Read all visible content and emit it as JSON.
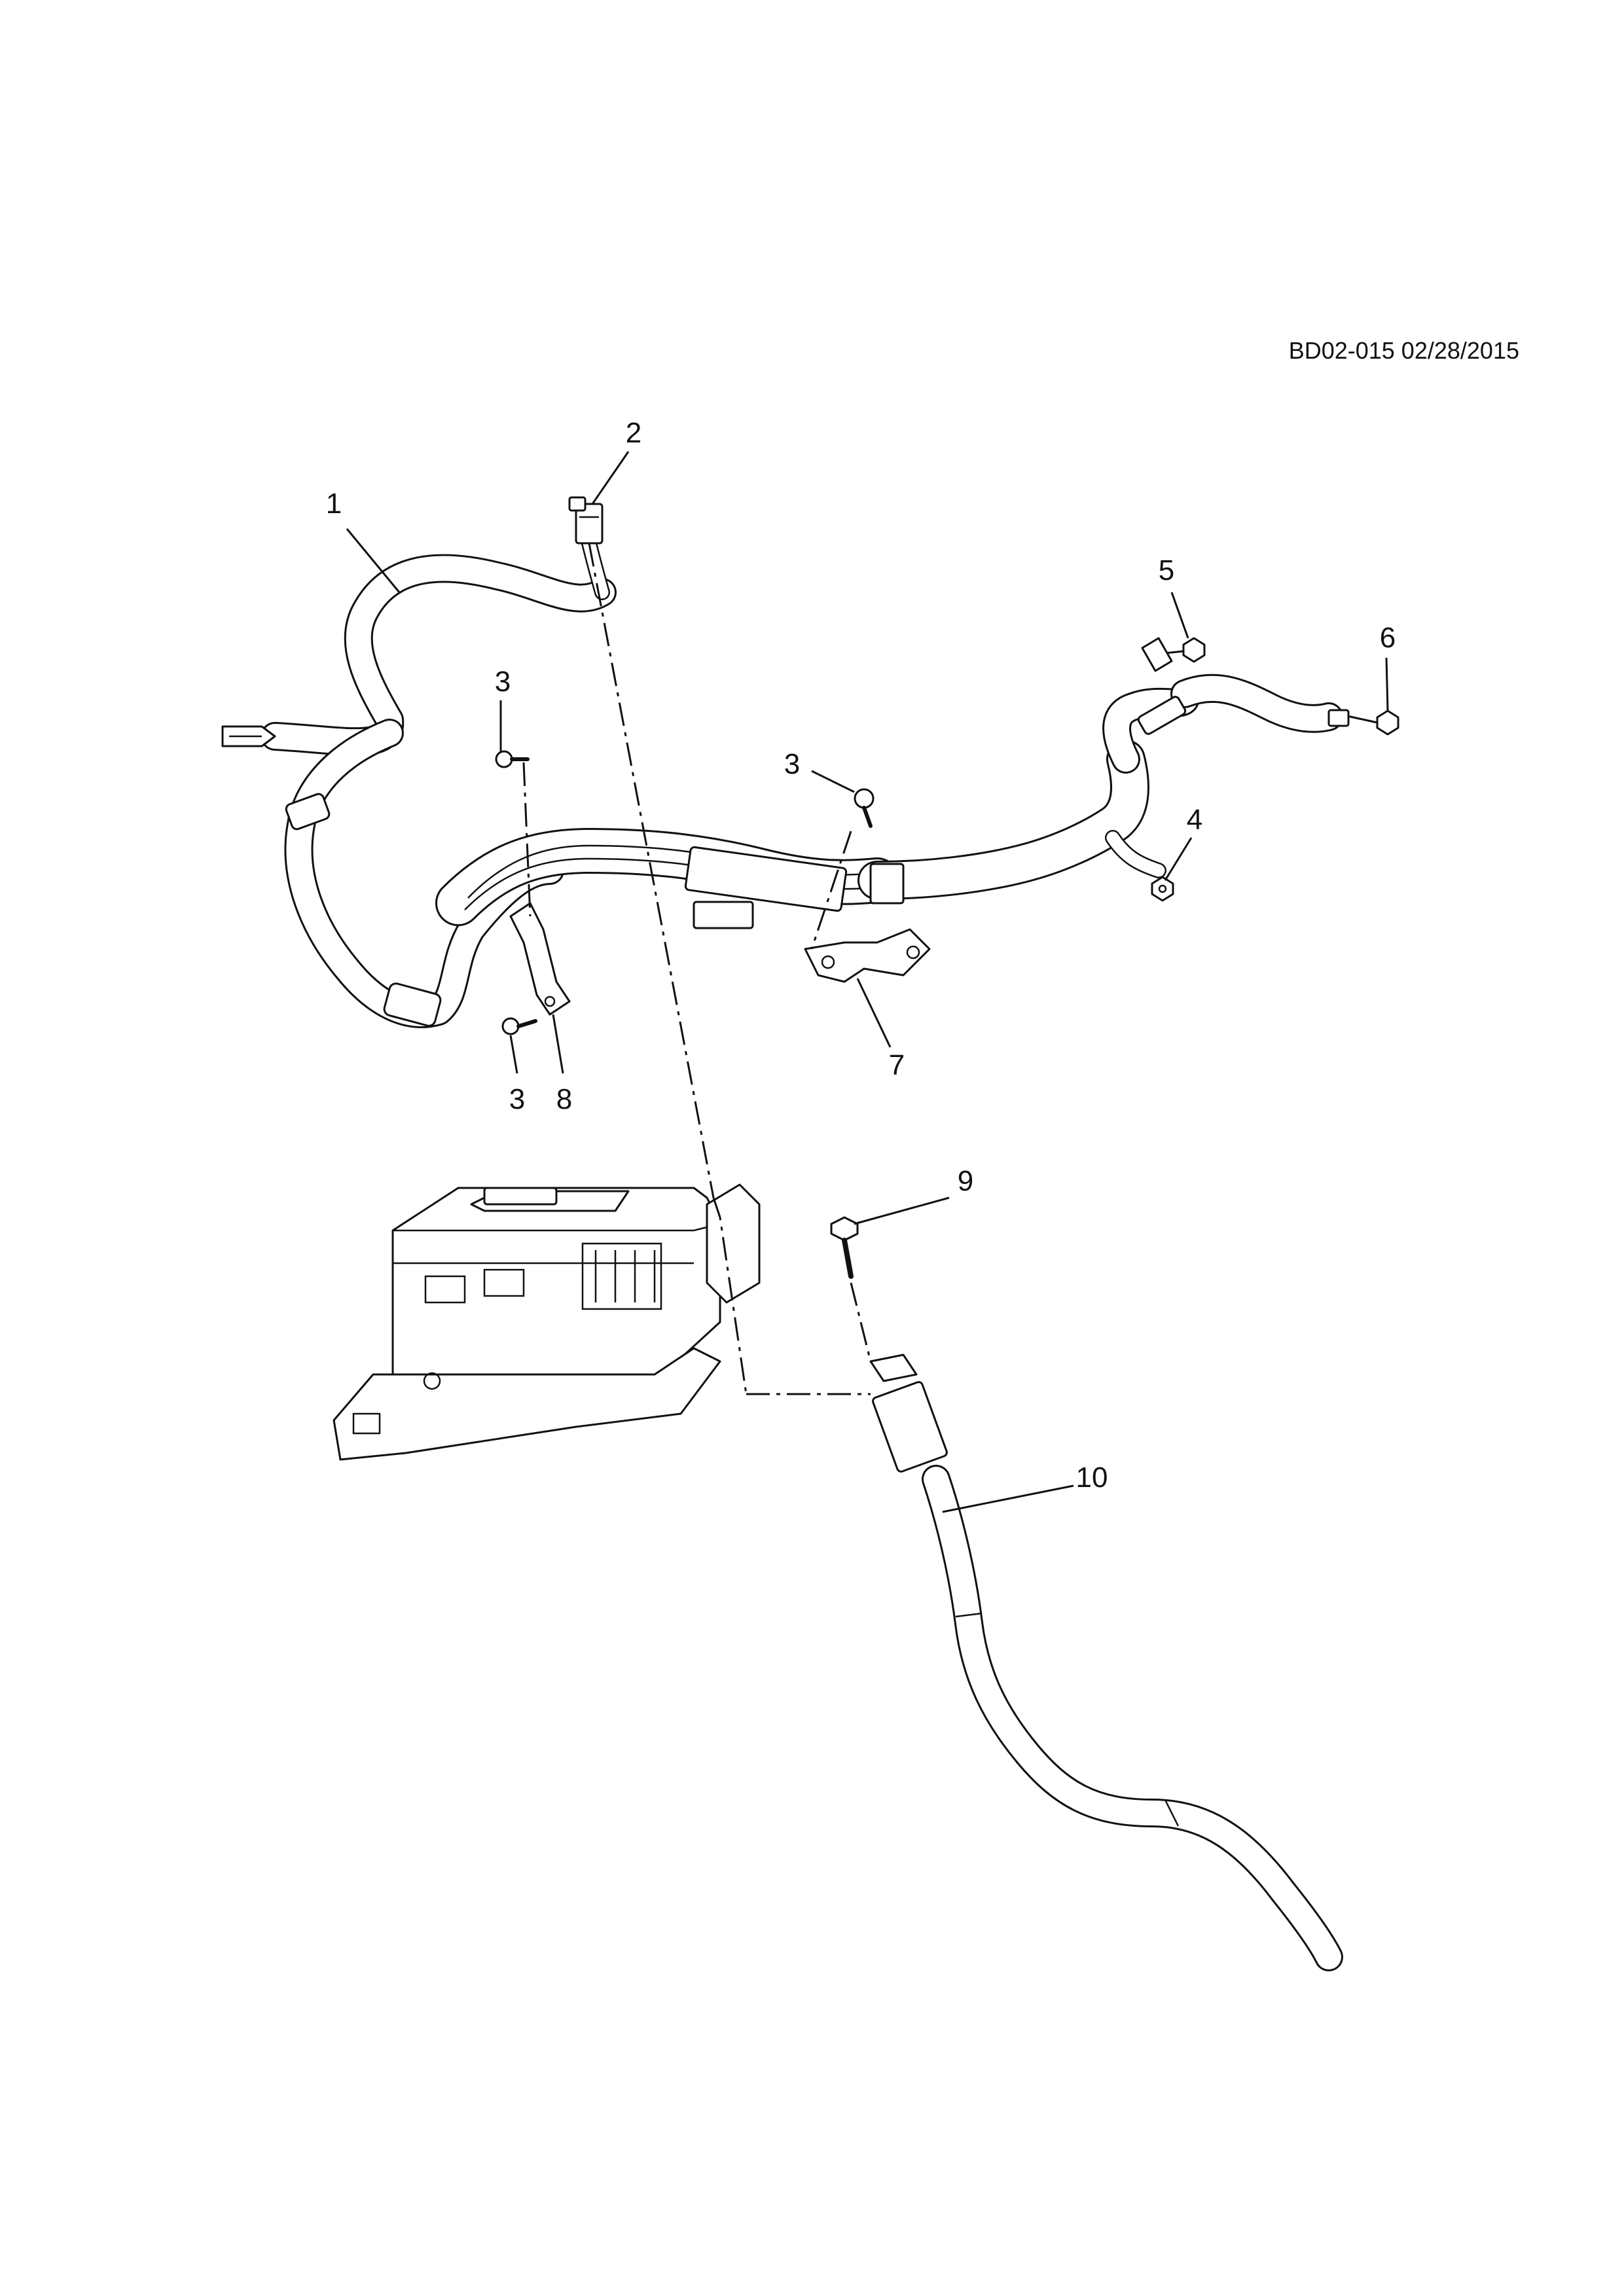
{
  "reference": "BD02-015 02/28/2015",
  "callouts": [
    {
      "id": "c1",
      "label": "1"
    },
    {
      "id": "c2",
      "label": "2"
    },
    {
      "id": "c3a",
      "label": "3"
    },
    {
      "id": "c3b",
      "label": "3"
    },
    {
      "id": "c3c",
      "label": "3"
    },
    {
      "id": "c4",
      "label": "4"
    },
    {
      "id": "c5",
      "label": "5"
    },
    {
      "id": "c6",
      "label": "6"
    },
    {
      "id": "c7",
      "label": "7"
    },
    {
      "id": "c8",
      "label": "8"
    },
    {
      "id": "c9",
      "label": "9"
    },
    {
      "id": "c10",
      "label": "10"
    }
  ]
}
